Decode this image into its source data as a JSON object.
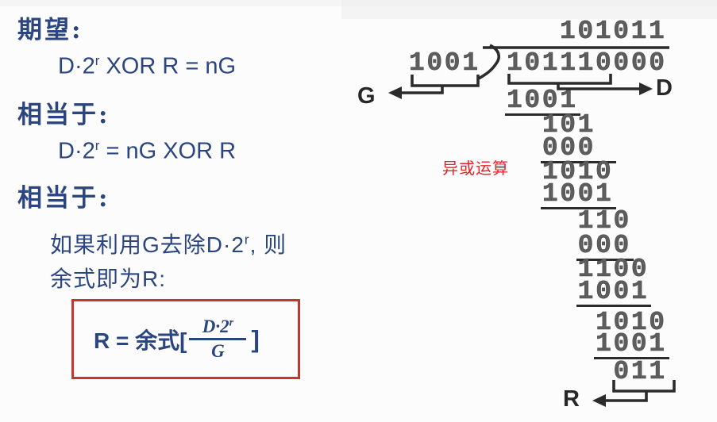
{
  "slide": {
    "left": {
      "heading1": "期望:",
      "eq1": {
        "base": "D·2",
        "sup": "r",
        "rest": " XOR R = nG"
      },
      "heading2": "相当于:",
      "eq2": {
        "base": "D·2",
        "sup": "r",
        "rest": " = nG XOR R"
      },
      "heading3": "相当于:",
      "para_line1": {
        "base": "如果利用G去除D·2",
        "sup": "r",
        "rest": ", 则"
      },
      "para_line2": "余式即为R:",
      "formula": {
        "lhs": "R = 余式[",
        "num_base": "D·2",
        "num_sup": "r",
        "den": "G",
        "rbracket": "]"
      }
    },
    "division": {
      "quotient": "101011",
      "divisor": "1001",
      "dividend": "101110000",
      "labels": {
        "g": "G",
        "d": "D",
        "r": "R"
      },
      "xor_note": "异或运算",
      "remainder": "011",
      "steps": [
        {
          "digits": "1001",
          "col": 0,
          "underline": true,
          "ucols": 4
        },
        {
          "digits": "101",
          "col": 2,
          "underline": false
        },
        {
          "digits": "000",
          "col": 2,
          "underline": true,
          "ucols": 4
        },
        {
          "digits": "1010",
          "col": 2,
          "underline": false
        },
        {
          "digits": "1001",
          "col": 2,
          "underline": true,
          "ucols": 4
        },
        {
          "digits": "110",
          "col": 4,
          "underline": false
        },
        {
          "digits": "000",
          "col": 4,
          "underline": true,
          "ucols": 3
        },
        {
          "digits": "1100",
          "col": 4,
          "underline": false
        },
        {
          "digits": "1001",
          "col": 4,
          "underline": true,
          "ucols": 4
        },
        {
          "digits": "1010",
          "col": 5,
          "underline": false
        },
        {
          "digits": "1001",
          "col": 5,
          "underline": true,
          "ucols": 4
        },
        {
          "digits": "011",
          "col": 6,
          "underline": false
        }
      ]
    },
    "colors": {
      "navy": "#2b4580",
      "red_border": "#c4372f",
      "red_text": "#e52329",
      "digit": "#5d5d5d",
      "line": "#2b2b2b",
      "background": "#fcfcfc"
    }
  }
}
